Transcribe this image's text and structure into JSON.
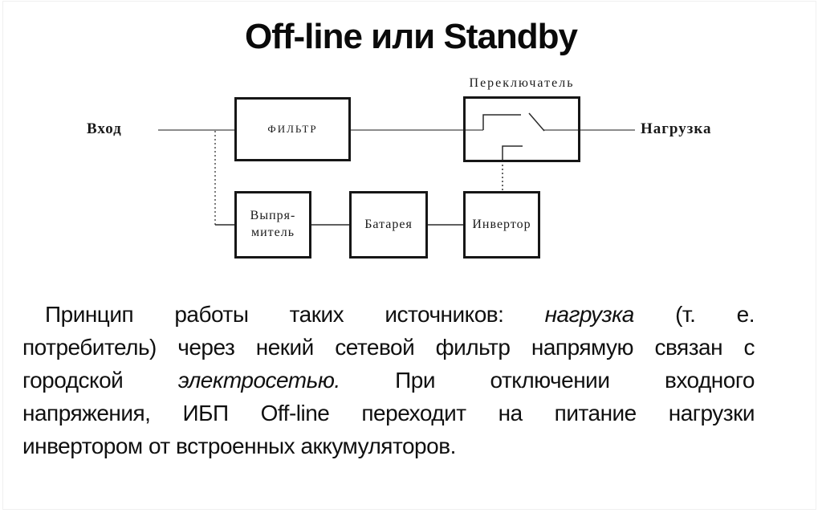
{
  "title": "Off-line или Standby",
  "diagram": {
    "input_label": "Вход",
    "load_label": "Нагрузка",
    "filter_label": "ФИЛЬТР",
    "switch_label": "Переключатель",
    "rectifier_line1": "Выпря-",
    "rectifier_line2": "митель",
    "battery_label": "Батарея",
    "inverter_label": "Инвертор"
  },
  "paragraph": {
    "lines": [
      {
        "indent": true,
        "justify": true,
        "runs": [
          {
            "text": "Принцип работы таких источников: "
          },
          {
            "text": "нагрузка",
            "italic": true
          },
          {
            "text": " (т. е."
          }
        ]
      },
      {
        "justify": true,
        "runs": [
          {
            "text": "потребитель) через некий сетевой фильтр напрямую связан с"
          }
        ]
      },
      {
        "justify": true,
        "runs": [
          {
            "text": "городской "
          },
          {
            "text": "электросетью.",
            "italic": true
          },
          {
            "text": " При отключении входного"
          }
        ]
      },
      {
        "justify": true,
        "runs": [
          {
            "text": "напряжения, ИБП Off-line переходит на питание нагрузки"
          }
        ]
      },
      {
        "justify": false,
        "runs": [
          {
            "text": "инвертором от встроенных аккумуляторов."
          }
        ]
      }
    ]
  },
  "colors": {
    "line_gray": "#8c8c8c",
    "line_dark": "#2b2b2b",
    "box_border": "#161616",
    "text": "#0d0d0d"
  }
}
